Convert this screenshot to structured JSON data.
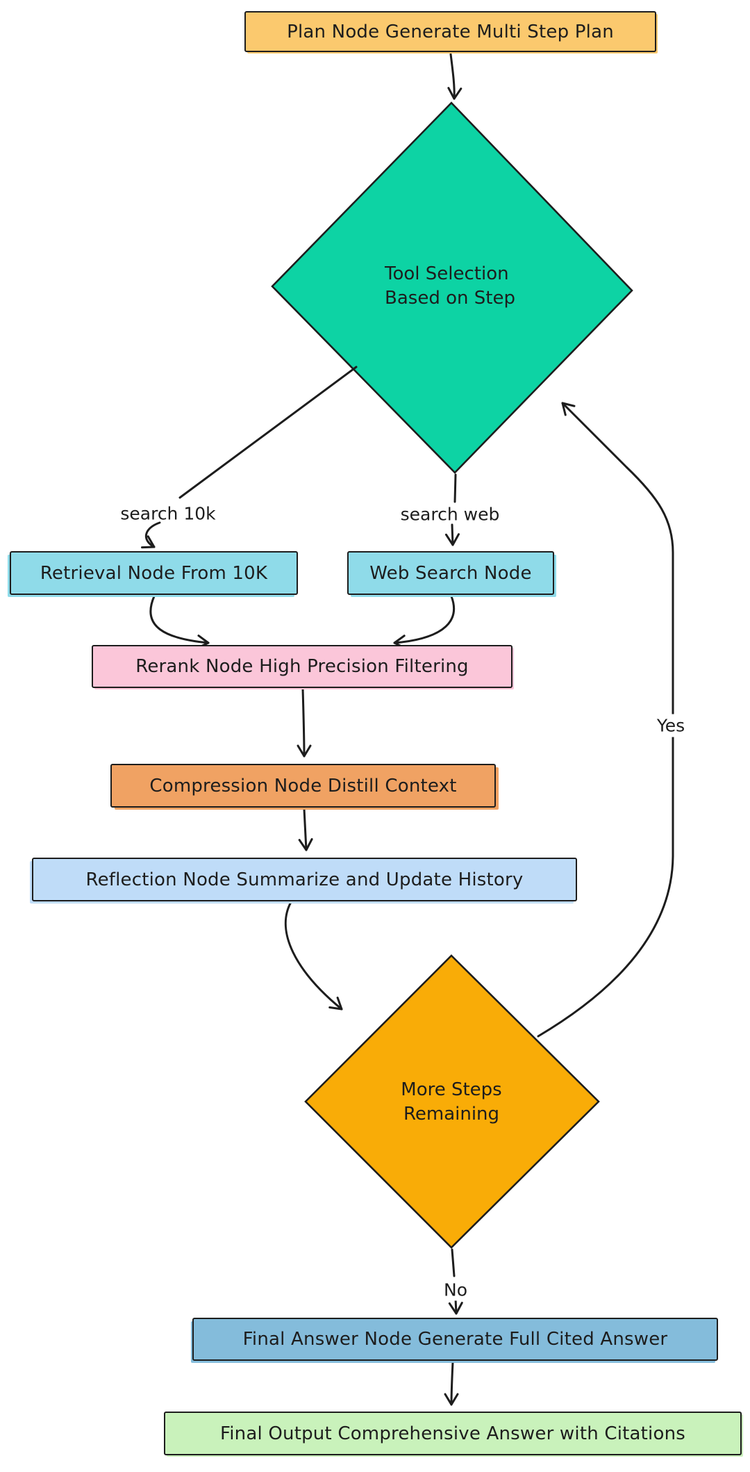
{
  "diagram": {
    "background": "#ffffff",
    "stroke_color": "#1d1d1d",
    "nodes": {
      "plan": {
        "shape": "rectangle",
        "label": "Plan Node Generate Multi Step Plan",
        "fill": "#fbc96e"
      },
      "tool_selection": {
        "shape": "diamond",
        "line1": "Tool Selection",
        "line2": "Based on Step",
        "fill": "#0dd3a4"
      },
      "retrieval": {
        "shape": "rectangle",
        "label": "Retrieval Node From 10K",
        "fill": "#8fdbe9"
      },
      "web_search": {
        "shape": "rectangle",
        "label": "Web Search Node",
        "fill": "#8fdbe9"
      },
      "rerank": {
        "shape": "rectangle",
        "label": "Rerank Node High Precision Filtering",
        "fill": "#fbc6d9"
      },
      "compression": {
        "shape": "rectangle",
        "label": "Compression Node Distill Context",
        "fill": "#f0a263"
      },
      "reflection": {
        "shape": "rectangle",
        "label": "Reflection Node Summarize and Update History",
        "fill": "#bfdcf8"
      },
      "more_steps": {
        "shape": "diamond",
        "line1": "More Steps",
        "line2": "Remaining",
        "fill": "#f9ac07"
      },
      "final_answer": {
        "shape": "rectangle",
        "label": "Final Answer Node Generate Full Cited Answer",
        "fill": "#84bcdb"
      },
      "final_output": {
        "shape": "rectangle",
        "label": "Final Output Comprehensive Answer with Citations",
        "fill": "#c9f2bb"
      }
    },
    "edge_labels": {
      "search_10k": "search 10k",
      "search_web": "search web",
      "yes": "Yes",
      "no": "No"
    }
  }
}
